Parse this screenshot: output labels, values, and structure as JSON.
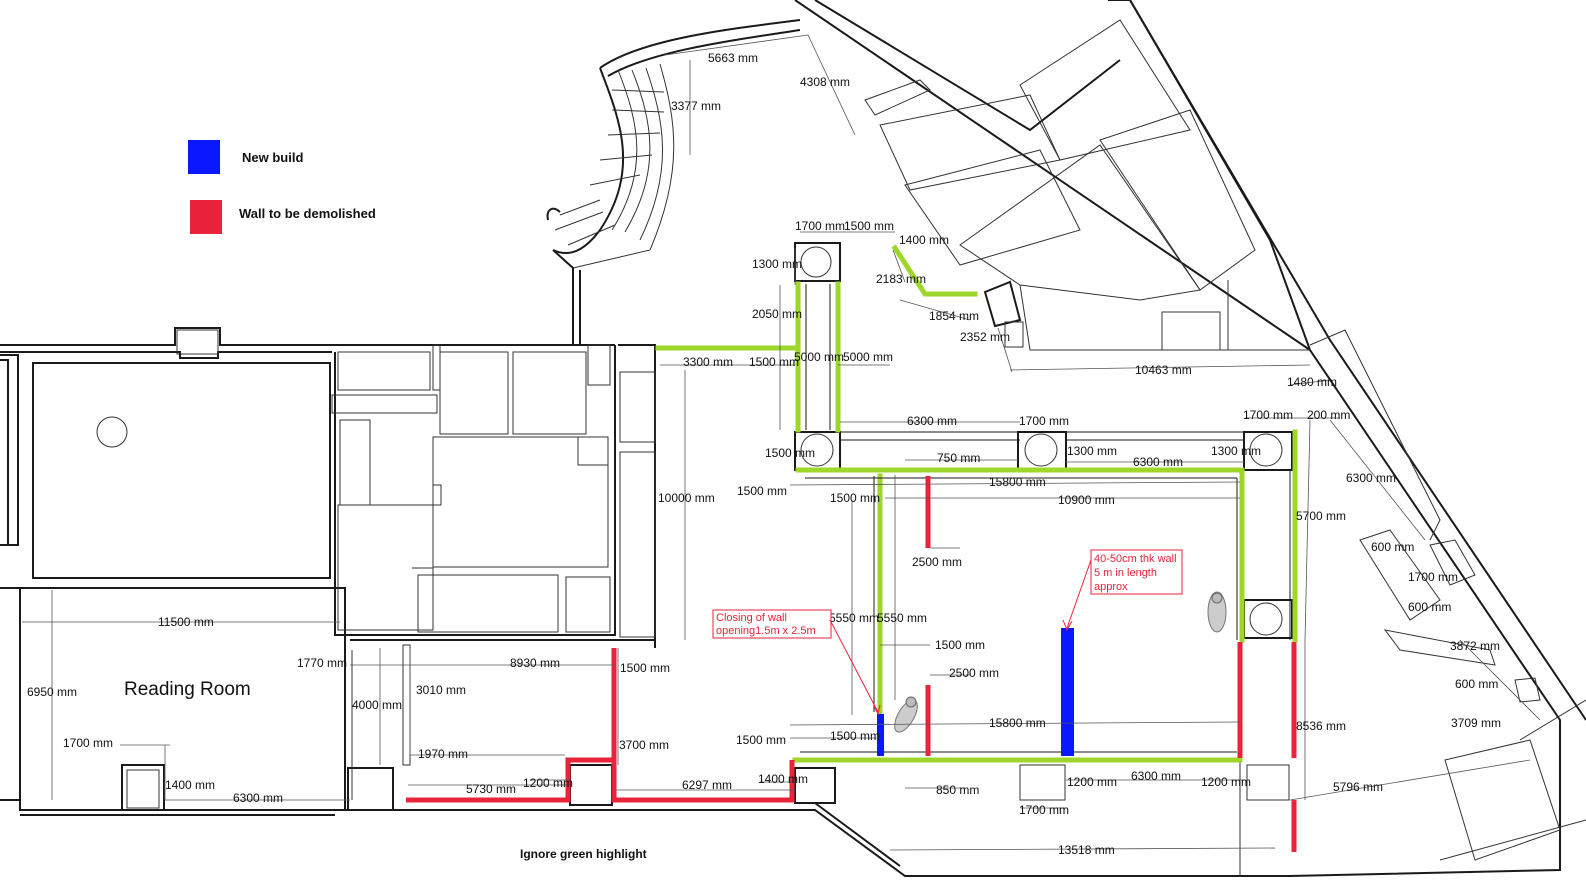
{
  "legend": {
    "new_build": "New build",
    "demolish": "Wall to be demolished",
    "new_build_color": "#0a18ff",
    "demolish_color": "#e8233a",
    "highlight_color": "#9fd62a"
  },
  "room_label": "Reading Room",
  "notes": {
    "closing_line1": "Closing of wall",
    "closing_line2": "opening1.5m x 2.5m",
    "wall_line1": "40-50cm thk wall",
    "wall_line2": "5 m in length",
    "wall_line3": "approx"
  },
  "footer": "Ignore green highlight",
  "dims": {
    "d5663": "5663 mm",
    "d4308": "4308 mm",
    "d3377": "3377 mm",
    "d1700a": "1700 mm",
    "d1500a": "1500 mm",
    "d1400a": "1400 mm",
    "d1300a": "1300 mm",
    "d2183": "2183 mm",
    "d2050": "2050 mm",
    "d1854": "1854 mm",
    "d2352": "2352 mm",
    "d3300": "3300 mm",
    "d1500b": "1500 mm",
    "d5000a": "5000 mm",
    "d5000b": "5000 mm",
    "d10463": "10463 mm",
    "d1480": "1480 mm",
    "d6300a": "6300 mm",
    "d1700b": "1700 mm",
    "d1700c": "1700 mm",
    "d200": "200 mm",
    "d1500c": "1500 mm",
    "d750": "750 mm",
    "d1300b": "1300 mm",
    "d6300b": "6300 mm",
    "d1300c": "1300 mm",
    "d6300c": "6300 mm",
    "d1500d": "1500 mm",
    "d1500e": "1500 mm",
    "d15800a": "15800 mm",
    "d10900": "10900 mm",
    "d10000": "10000 mm",
    "d5700": "5700 mm",
    "d2500a": "2500 mm",
    "d600a": "600 mm",
    "d1700d": "1700 mm",
    "d600b": "600 mm",
    "d11500": "11500 mm",
    "d5550a": "5550 mm",
    "d5550b": "5550 mm",
    "d3872": "3872 mm",
    "d1770": "1770 mm",
    "d8930": "8930 mm",
    "d1500f": "1500 mm",
    "d1500g": "1500 mm",
    "d2500b": "2500 mm",
    "d600c": "600 mm",
    "d6950": "6950 mm",
    "d4000": "4000 mm",
    "d3010": "3010 mm",
    "d3700": "3700 mm",
    "d3709": "3709 mm",
    "d8536": "8536 mm",
    "d1500h": "1500 mm",
    "d1500i": "1500 mm",
    "d15800b": "15800 mm",
    "d1700e": "1700 mm",
    "d1970": "1970 mm",
    "d1200a": "1200 mm",
    "d6297": "6297 mm",
    "d1400b": "1400 mm",
    "d1200b": "1200 mm",
    "d6300d": "6300 mm",
    "d1200c": "1200 mm",
    "d5796": "5796 mm",
    "d1400c": "1400 mm",
    "d6300e": "6300 mm",
    "d5730": "5730 mm",
    "d850": "850 mm",
    "d1700f": "1700 mm",
    "d13518": "13518 mm"
  }
}
